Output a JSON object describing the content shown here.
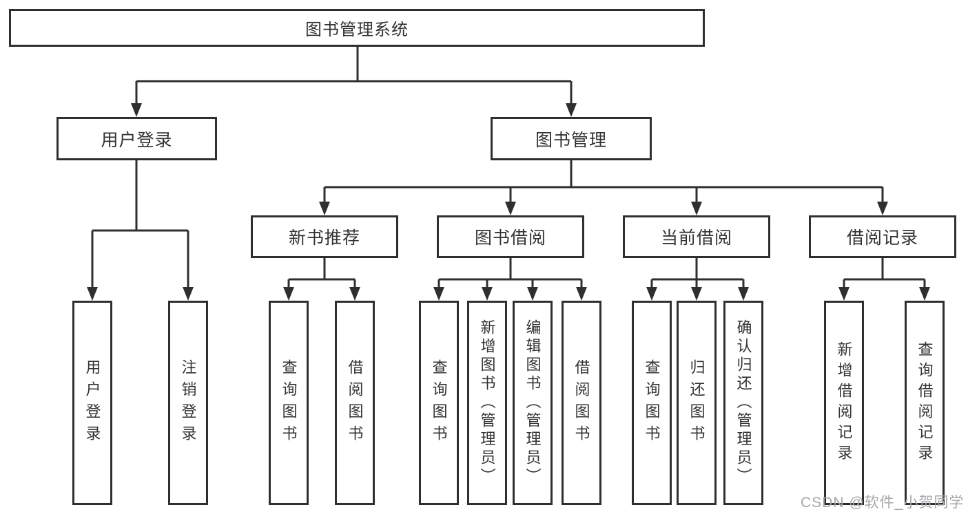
{
  "diagram": {
    "title_node": "图书管理系统",
    "level2": [
      {
        "label": "用户登录"
      },
      {
        "label": "图书管理"
      }
    ],
    "level3": [
      {
        "label": "新书推荐",
        "parent": "图书管理"
      },
      {
        "label": "图书借阅",
        "parent": "图书管理"
      },
      {
        "label": "当前借阅",
        "parent": "图书管理"
      },
      {
        "label": "借阅记录",
        "parent": "图书管理"
      }
    ],
    "leaves": [
      {
        "label": "用户登录",
        "parent": "用户登录"
      },
      {
        "label": "注销登录",
        "parent": "用户登录"
      },
      {
        "label": "查询图书",
        "parent": "新书推荐"
      },
      {
        "label": "借阅图书",
        "parent": "新书推荐"
      },
      {
        "label": "查询图书",
        "parent": "图书借阅"
      },
      {
        "label": "新增图书（管理员）",
        "parent": "图书借阅"
      },
      {
        "label": "编辑图书（管理员）",
        "parent": "图书借阅"
      },
      {
        "label": "借阅图书",
        "parent": "图书借阅"
      },
      {
        "label": "查询图书",
        "parent": "当前借阅"
      },
      {
        "label": "归还图书",
        "parent": "当前借阅"
      },
      {
        "label": "确认归还（管理员）",
        "parent": "当前借阅"
      },
      {
        "label": "新增借阅记录",
        "parent": "借阅记录"
      },
      {
        "label": "查询借阅记录",
        "parent": "借阅记录"
      }
    ]
  },
  "watermark": "CSDN @软件_小贺同学",
  "colors": {
    "line": "#2f2f2f",
    "text": "#333333",
    "watermark": "#a6a6aa",
    "background": "#ffffff"
  }
}
